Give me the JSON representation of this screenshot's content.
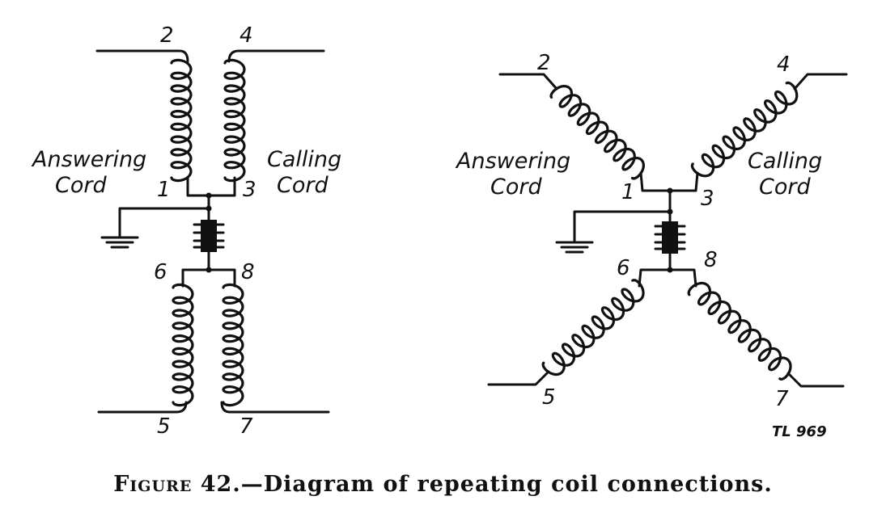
{
  "caption": {
    "figure": "Figure 42.",
    "text": "—Diagram of repeating coil connections."
  },
  "left_diagram": {
    "terminals": {
      "t1": "1",
      "t2": "2",
      "t3": "3",
      "t4": "4",
      "t5": "5",
      "t6": "6",
      "t7": "7",
      "t8": "8"
    },
    "answering": {
      "line1": "Answering",
      "line2": "Cord"
    },
    "calling": {
      "line1": "Calling",
      "line2": "Cord"
    }
  },
  "right_diagram": {
    "terminals": {
      "t1": "1",
      "t2": "2",
      "t3": "3",
      "t4": "4",
      "t5": "5",
      "t6": "6",
      "t7": "7",
      "t8": "8"
    },
    "answering": {
      "line1": "Answering",
      "line2": "Cord"
    },
    "calling": {
      "line1": "Calling",
      "line2": "Cord"
    }
  },
  "plate_id": "TL 969",
  "colors": {
    "ink": "#111111",
    "paper": "#ffffff"
  },
  "icons": [
    "ground-icon",
    "capacitor-icon",
    "coil-icon"
  ]
}
